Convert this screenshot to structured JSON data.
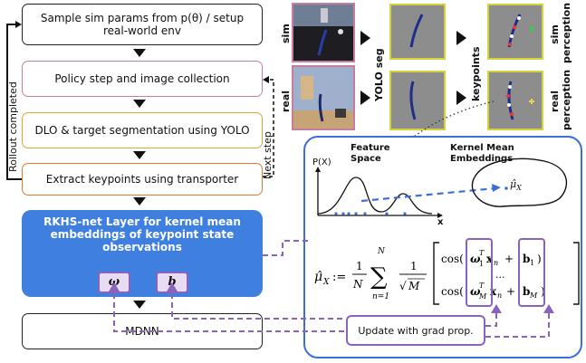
{
  "pipeline": {
    "step1": "Sample sim params from p(θ) / setup real-world env",
    "step2": "Policy step and image collection",
    "step3": "DLO & target segmentation using YOLO",
    "step4": "Extract keypoints using transporter",
    "rkhs": "RKHS-net Layer for kernel mean embeddings of keypoint state observations",
    "param_omega": "ω",
    "param_b": "b",
    "mdnn": "MDNN",
    "rollout_label": "Rollout completed",
    "nextstep_label": "Next step"
  },
  "images": {
    "sim_label": "sim",
    "real_label": "real",
    "yolo_label": "YOLO seg",
    "keypoints_label": "keypoints",
    "sim_perception_label": "sim perception",
    "real_perception_label": "real perception"
  },
  "panel": {
    "feature_space": "Feature Space",
    "kernel_mean": "Kernel Mean Embeddings",
    "px_label": "P(X)",
    "x_label": "x",
    "mu_label": "μ̂",
    "mu_sub": "X",
    "update_label": "Update with grad prop."
  },
  "colors": {
    "accent_blue": "#3f7fe0",
    "param_purple": "#8a63bd",
    "yolo_border": "#d4d23a"
  }
}
